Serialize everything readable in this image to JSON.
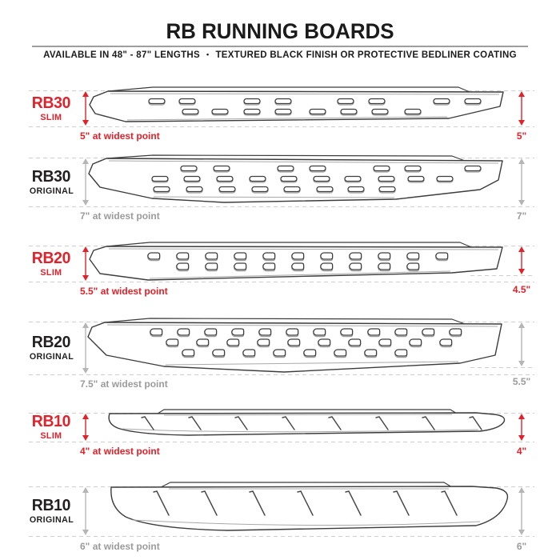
{
  "header": {
    "title": "RB RUNNING BOARDS",
    "subtitle_left": "AVAILABLE IN 48\" - 87\" LENGTHS",
    "subtitle_separator": "•",
    "subtitle_right": "TEXTURED BLACK FINISH OR PROTECTIVE BEDLINER COATING"
  },
  "colors": {
    "accent_red": "#e2222a",
    "arrow_gray": "#b5b5b5",
    "text_gray": "#9b9b9b",
    "text_black": "#231f20"
  },
  "products": [
    {
      "model": "RB30",
      "variant": "SLIM",
      "width_label": "5\" at widest point",
      "right_label": "5\""
    },
    {
      "model": "RB30",
      "variant": "ORIGINAL",
      "width_label": "7\" at widest point",
      "right_label": "7\""
    },
    {
      "model": "RB20",
      "variant": "SLIM",
      "width_label": "5.5\" at widest point",
      "right_label": "4.5\""
    },
    {
      "model": "RB20",
      "variant": "ORIGINAL",
      "width_label": "7.5\" at widest point",
      "right_label": "5.5\""
    },
    {
      "model": "RB10",
      "variant": "SLIM",
      "width_label": "4\" at widest point",
      "right_label": "4\""
    },
    {
      "model": "RB10",
      "variant": "ORIGINAL",
      "width_label": "6\" at widest point",
      "right_label": "6\""
    }
  ]
}
